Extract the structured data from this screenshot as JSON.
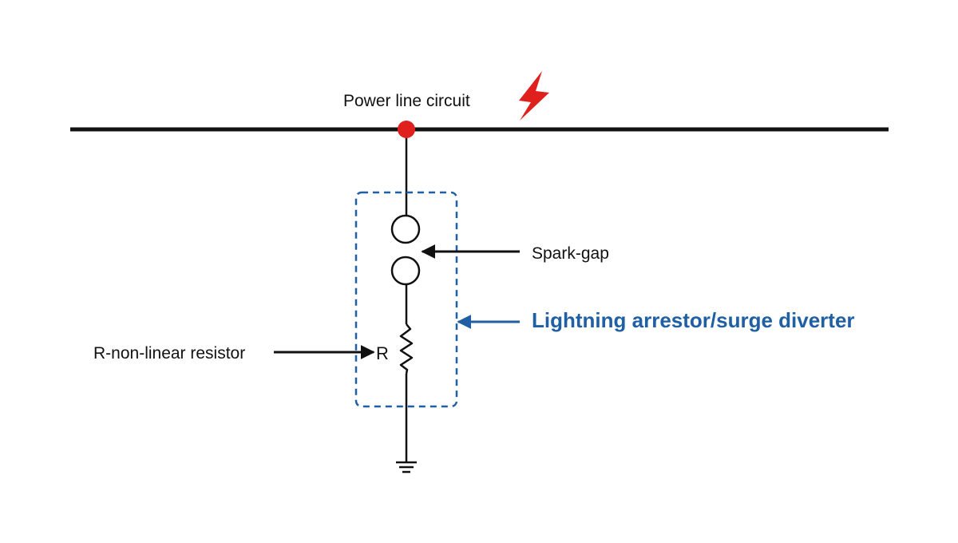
{
  "labels": {
    "power_line": "Power line circuit",
    "spark_gap": "Spark-gap",
    "arrestor": "Lightning arrestor/surge diverter",
    "resistor_desc": "R-non-linear resistor",
    "resistor_symbol": "R"
  },
  "colors": {
    "line": "#111111",
    "junction": "#e0201c",
    "lightning": "#e0201c",
    "arrestor_box": "#1f5fa3",
    "arrestor_text": "#1f5fa3"
  },
  "icons": {
    "lightning": "lightning-bolt-icon",
    "ground": "ground-symbol-icon"
  }
}
